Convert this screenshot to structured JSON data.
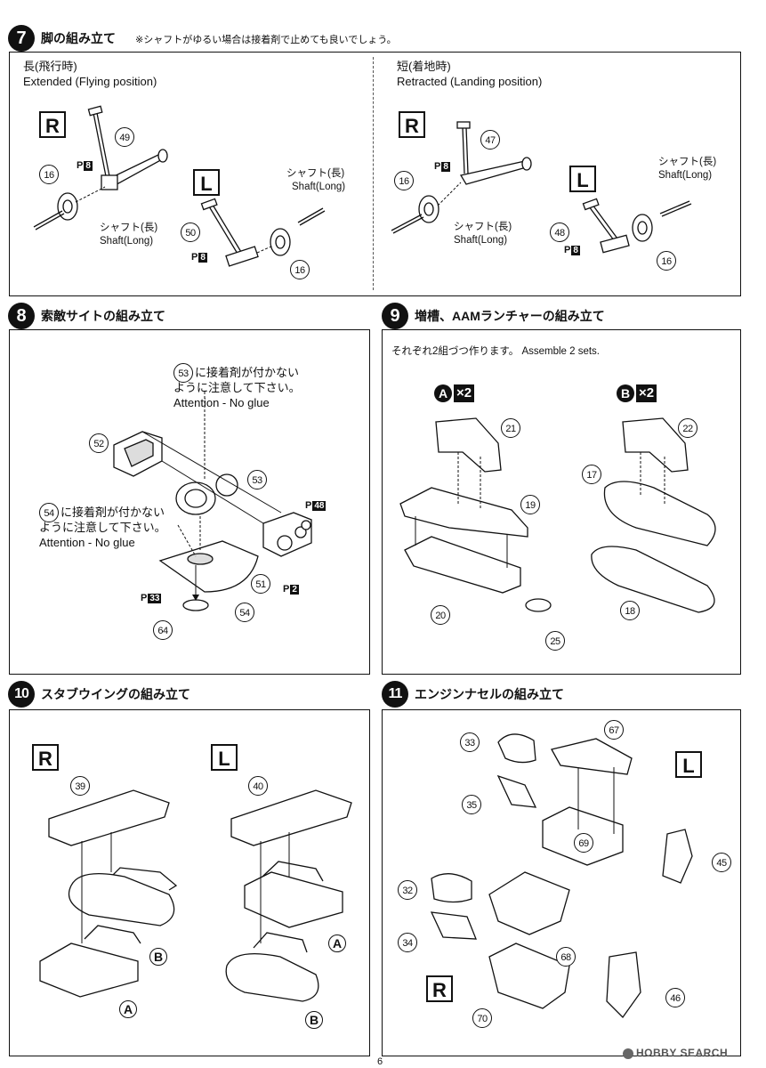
{
  "steps": {
    "s7": {
      "num": "7",
      "title": "脚の組み立て",
      "note": "※シャフトがゆるい場合は接着剤で止めても良いでしょう。",
      "left": {
        "jp": "長(飛行時)",
        "en": "Extended (Flying position)"
      },
      "right": {
        "jp": "短(着地時)",
        "en": "Retracted (Landing position)"
      },
      "R": "R",
      "L": "L",
      "shaft_jp": "シャフト(長)",
      "shaft_en": "Shaft(Long)",
      "parts": {
        "p49": "49",
        "p16": "16",
        "p50": "50",
        "p47": "47",
        "p48": "48"
      },
      "pref": {
        "P": "P",
        "n": "8"
      }
    },
    "s8": {
      "num": "8",
      "title": "索敵サイトの組み立て",
      "note53": {
        "l1": "に接着剤が付かない",
        "l2": "ように注意して下さい。",
        "l3": "Attention - No glue",
        "num": "53"
      },
      "note54": {
        "l1": "に接着剤が付かない",
        "l2": "ように注意して下さい。",
        "l3": "Attention - No glue",
        "num": "54"
      },
      "parts": {
        "p52": "52",
        "p53": "53",
        "p51": "51",
        "p54": "54",
        "p64": "64"
      },
      "prefs": {
        "a": "48",
        "b": "2",
        "c": "33"
      }
    },
    "s9": {
      "num": "9",
      "title": "増槽、AAMランチャーの組み立て",
      "note": "それぞれ2組づつ作ります。 Assemble 2 sets.",
      "tagA": "A",
      "tagB": "B",
      "times": "×2",
      "parts": {
        "p21": "21",
        "p19": "19",
        "p20": "20",
        "p25": "25",
        "p22": "22",
        "p17": "17",
        "p18": "18"
      }
    },
    "s10": {
      "num": "10",
      "title": "スタブウイングの組み立て",
      "R": "R",
      "L": "L",
      "A": "A",
      "B": "B",
      "parts": {
        "p39": "39",
        "p40": "40"
      }
    },
    "s11": {
      "num": "11",
      "title": "エンジンナセルの組み立て",
      "R": "R",
      "L": "L",
      "parts": {
        "p33": "33",
        "p67": "67",
        "p35": "35",
        "p69": "69",
        "p45": "45",
        "p32": "32",
        "p34": "34",
        "p68": "68",
        "p46": "46",
        "p70": "70"
      }
    }
  },
  "page_number": "6",
  "watermark": "HOBBY SEARCH"
}
